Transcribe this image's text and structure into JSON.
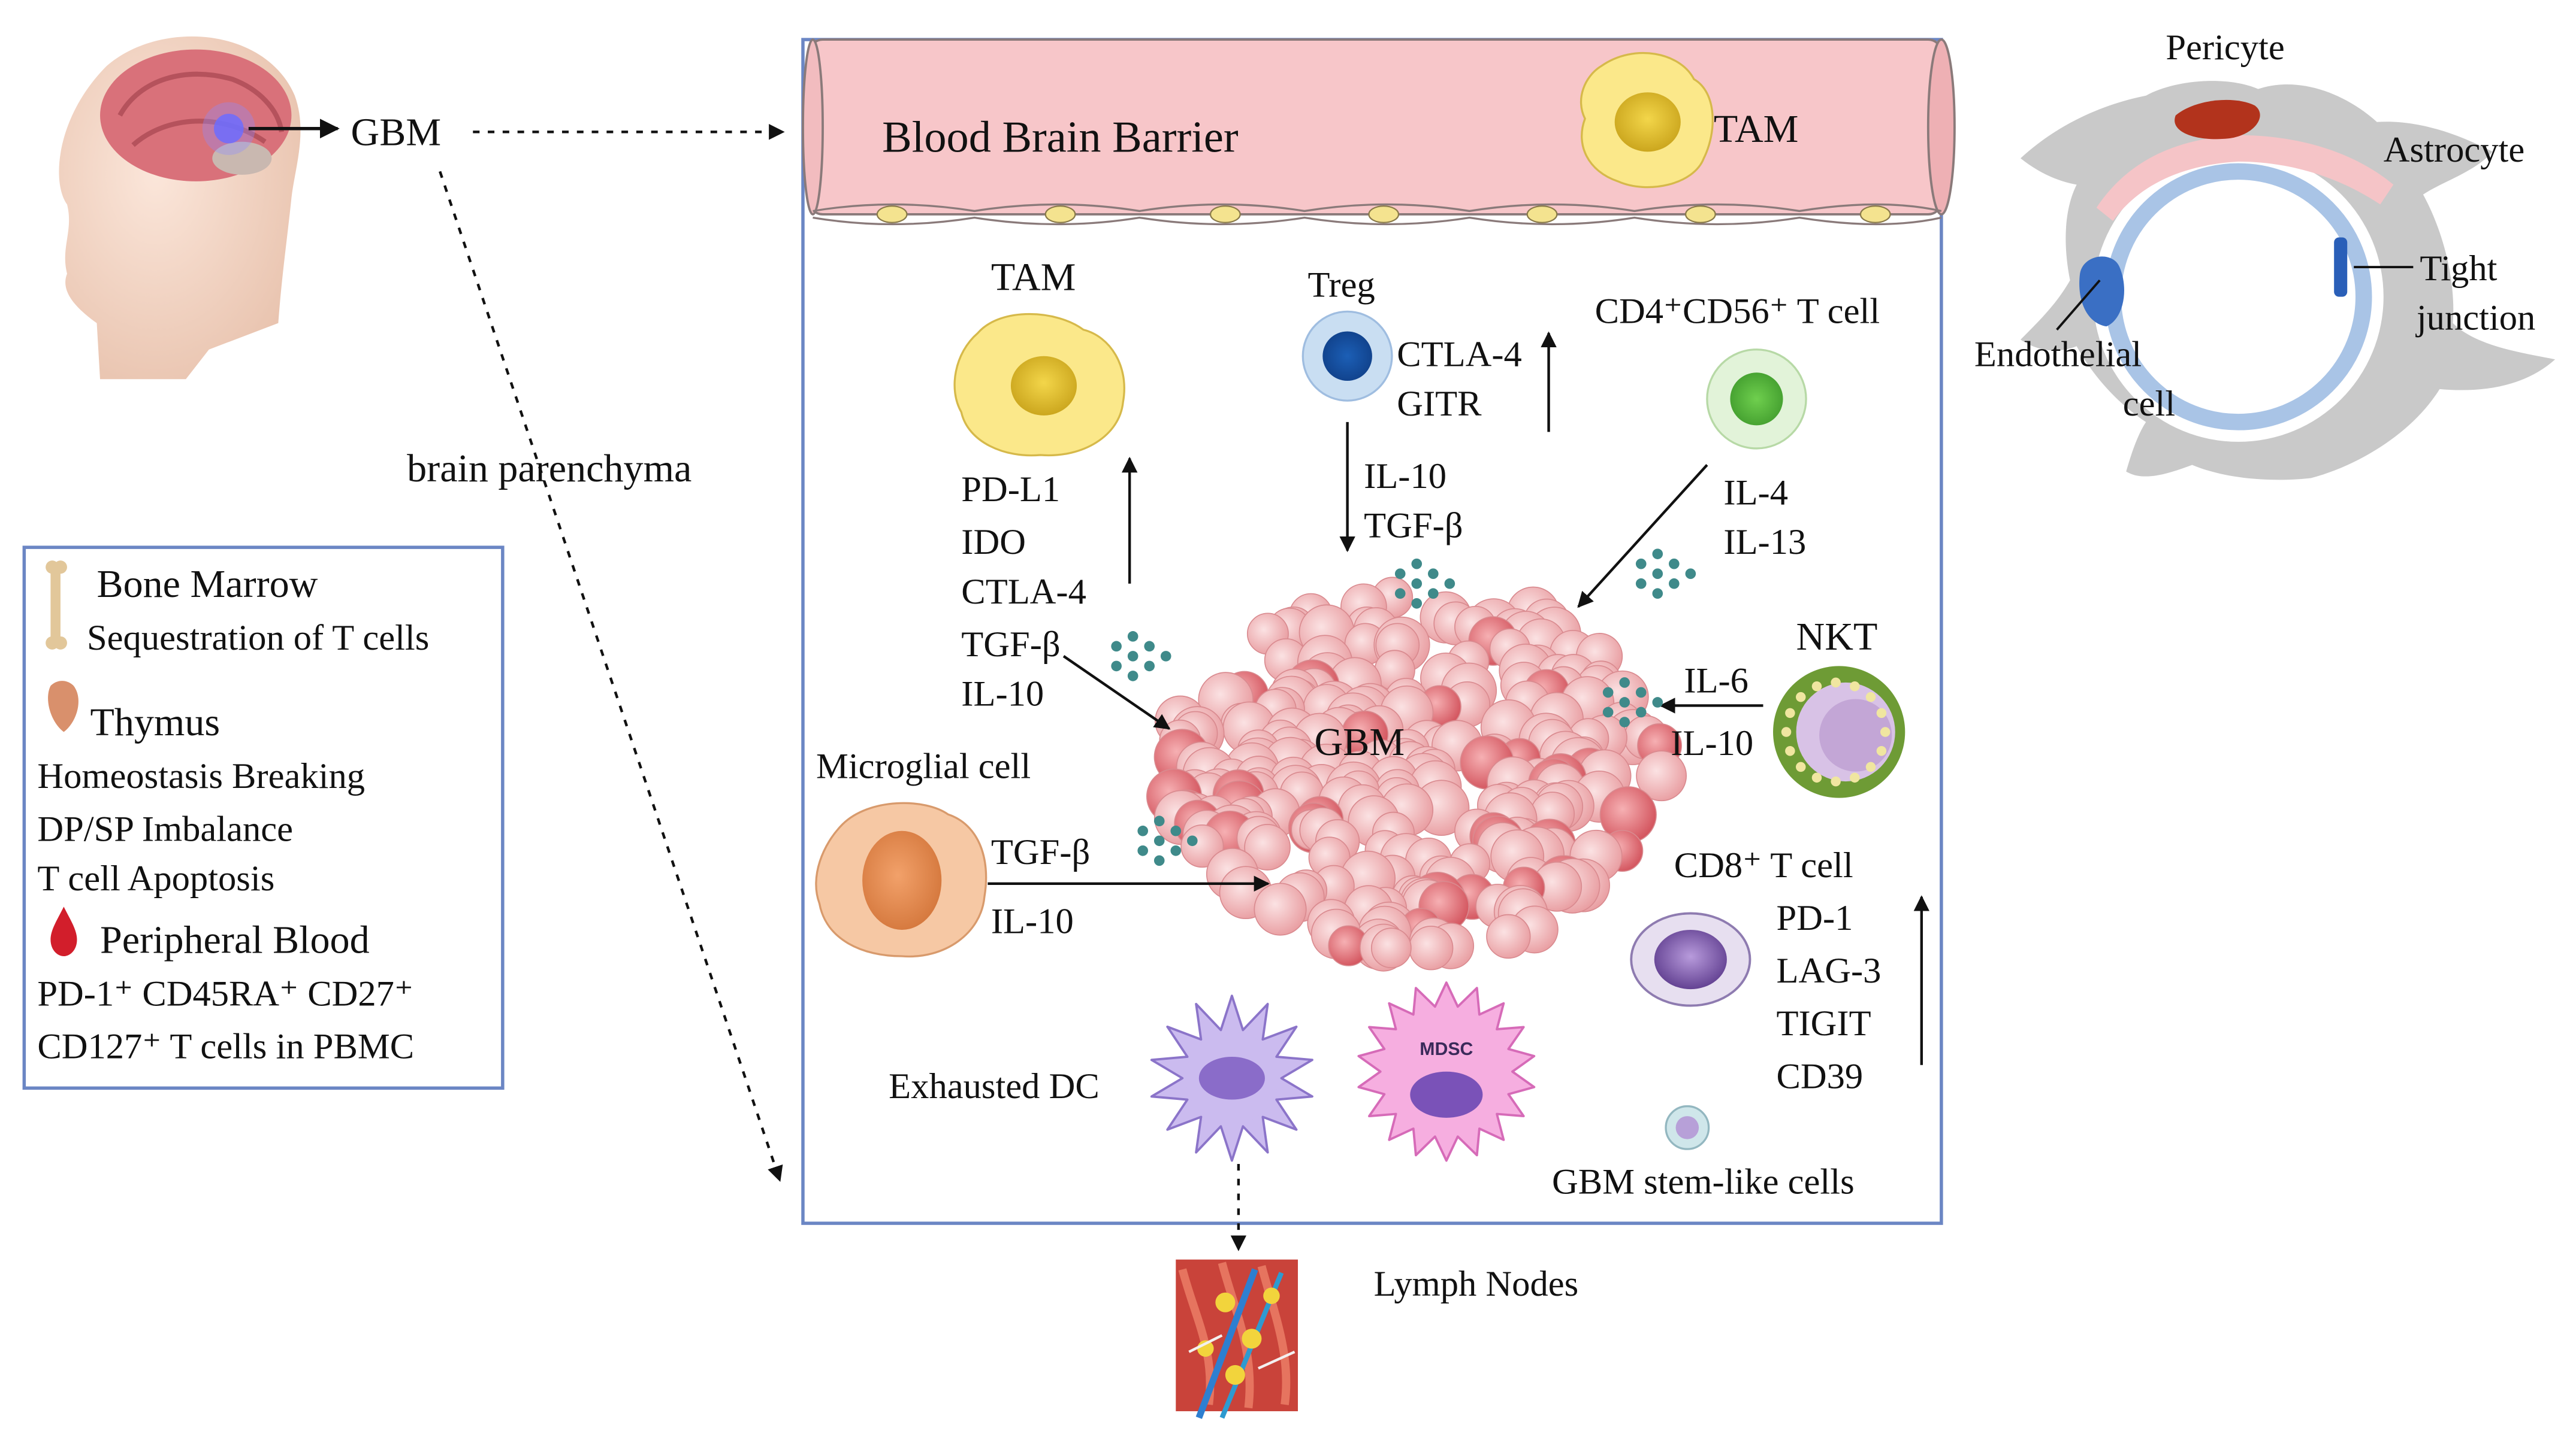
{
  "origin": {
    "gbm_label": "GBM",
    "brain_parenchyma_label": "brain parenchyma"
  },
  "legend": {
    "bone_marrow_title": "Bone Marrow",
    "bone_marrow_desc": "Sequestration  of T cells",
    "thymus_title": "Thymus",
    "thymus_line1": "Homeostasis Breaking",
    "thymus_line2": "DP/SP Imbalance",
    "thymus_line3": "T cell Apoptosis",
    "blood_title": "Peripheral Blood",
    "blood_line1": "PD-1⁺ CD45RA⁺ CD27⁺",
    "blood_line2": "CD127⁺ T cells in PBMC"
  },
  "vessel": {
    "bbb_label": "Blood Brain Barrier",
    "tam_label": "TAM"
  },
  "microenvironment": {
    "tumor_label": "GBM",
    "tam": {
      "title": "TAM",
      "markers": [
        "PD-L1",
        "IDO",
        "CTLA-4",
        "TGF-β",
        "IL-10"
      ]
    },
    "treg": {
      "title": "Treg",
      "markers": [
        "CTLA-4",
        "GITR"
      ],
      "cytokines": [
        "IL-10",
        "TGF-β"
      ]
    },
    "cd4cd56": {
      "title": "CD4⁺CD56⁺ T cell",
      "cytokines": [
        "IL-4",
        "IL-13"
      ]
    },
    "nkt": {
      "title": "NKT",
      "cytokines": [
        "IL-6",
        "IL-10"
      ]
    },
    "microglia": {
      "title": "Microglial cell",
      "cytokines": [
        "TGF-β",
        "IL-10"
      ]
    },
    "cd8": {
      "title": "CD8⁺ T cell",
      "markers": [
        "PD-1",
        "LAG-3",
        "TIGIT",
        "CD39"
      ]
    },
    "dc_label": "Exhausted DC",
    "mdsc_label": "MDSC",
    "stem_label": "GBM stem-like cells"
  },
  "lymph_label": "Lymph  Nodes",
  "bbb_structure": {
    "pericyte": "Pericyte",
    "astrocyte": "Astrocyte",
    "tight_line1": "Tight",
    "tight_line2": "junction",
    "endo_line1": "Endothelial",
    "endo_line2": "cell"
  },
  "colors": {
    "vessel_fill": "#f7c6c9",
    "tam_yellow": "#fbe88a",
    "treg_blue": "#2a6bbf",
    "cd4_green": "#5fbf4a",
    "nkt_green": "#6e9b35",
    "microglia_orange": "#f6b98a",
    "dc_purple": "#b8a2e6",
    "mdsc_pink": "#f08ed2",
    "cytokine_teal": "#3f8a8a",
    "tumor_red": "#e88a8f",
    "border_blue": "#6b86c4"
  }
}
